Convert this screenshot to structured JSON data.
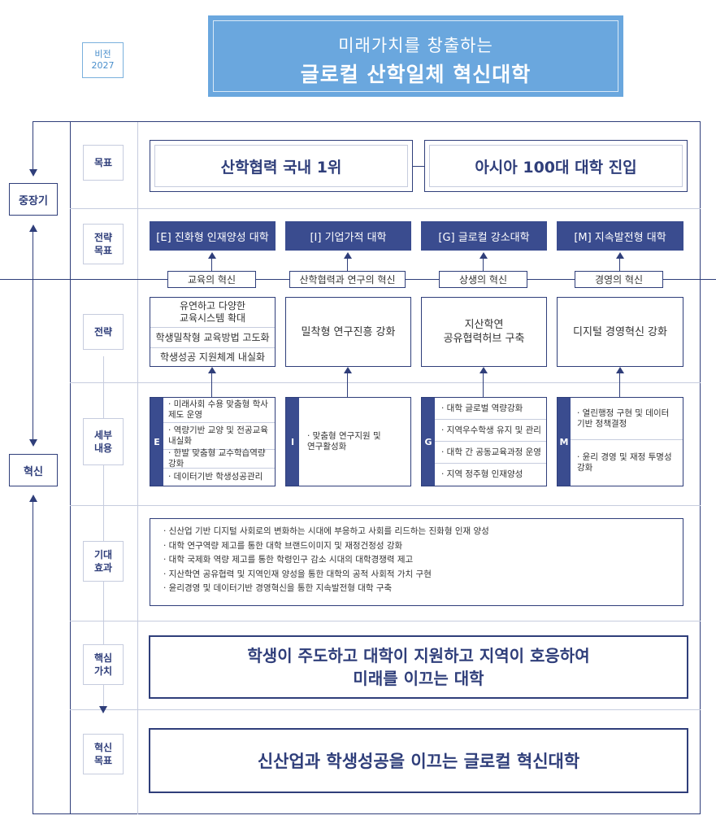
{
  "vision": {
    "badge": "비전\n2027",
    "line1": "미래가치를 창출하는",
    "line2": "글로컬 산학일체 혁신대학"
  },
  "side": {
    "midterm": "중장기",
    "innovation": "혁신"
  },
  "rows": {
    "goal": "목표",
    "strategy_goal": "전략\n목표",
    "strategy": "전략",
    "details": "세부\n내용",
    "effects": "기대\n효과",
    "core_value": "핵심\n가치",
    "innovation_goal": "혁신\n목표"
  },
  "goals": [
    "산학협력 국내 1위",
    "아시아 100대 대학 진입"
  ],
  "strategy_goals": [
    "[E] 진화형 인재양성 대학",
    "[I] 기업가적 대학",
    "[G] 글로컬 강소대학",
    "[M] 지속발전형 대학"
  ],
  "innovations": [
    "교육의 혁신",
    "산학협력과 연구의 혁신",
    "상생의 혁신",
    "경영의 혁신"
  ],
  "strategies": {
    "e": [
      "유연하고 다양한\n교육시스템 확대",
      "학생밀착형 교육방법 고도화",
      "학생성공 지원체계 내실화"
    ],
    "i": "밀착형 연구진흥 강화",
    "g": "지산학연\n공유협력허브 구축",
    "m": "디지털 경영혁신 강화"
  },
  "details": {
    "e": {
      "tag": "E",
      "items": [
        "· 미래사회 수용 맞춤형 학사\n  제도 운영",
        "· 역량기반 교양 및 전공교육\n  내실화",
        "· 한발 맞춤형 교수학습역량 강화",
        "· 데이터기반 학생성공관리"
      ]
    },
    "i": {
      "tag": "I",
      "items": [
        "· 맞춤형 연구지원 및\n  연구활성화"
      ]
    },
    "g": {
      "tag": "G",
      "items": [
        "· 대학 글로벌 역량강화",
        "· 지역우수학생 유지 및 관리",
        "· 대학 간 공동교육과정 운영",
        "· 지역 정주형 인재양성"
      ]
    },
    "m": {
      "tag": "M",
      "items": [
        "· 열린행정 구현 및 데이터\n  기반 정책결정",
        "· 윤리 경영 및 재정 투명성 강화"
      ]
    }
  },
  "effects": [
    "· 신산업 기반 디지털 사회로의 변화하는 시대에 부응하고 사회를 리드하는 진화형 인재 양성",
    "· 대학 연구역량 제고를 통한 대학 브랜드이미지 및 재정건정성 강화",
    "· 대학 국제화 역량 제고를 통한 학령인구 감소 시대의 대학경쟁력 제고",
    "· 지산학연 공유협력 및 지역인재 양성을 통한 대학의 공적 사회적 가치 구현",
    "· 윤리경영 및 데이터기반 경영혁신을 통한 지속발전형 대학 구축"
  ],
  "core_value": "학생이 주도하고 대학이 지원하고 지역이 호응하여\n미래를 이끄는 대학",
  "innovation_goal": "신산업과 학생성공을 이끄는 글로컬 혁신대학",
  "colors": {
    "navy": "#2f3e7a",
    "header_fill": "#3a4c8f",
    "banner": "#6aa7de",
    "grid": "#c6ccde"
  }
}
